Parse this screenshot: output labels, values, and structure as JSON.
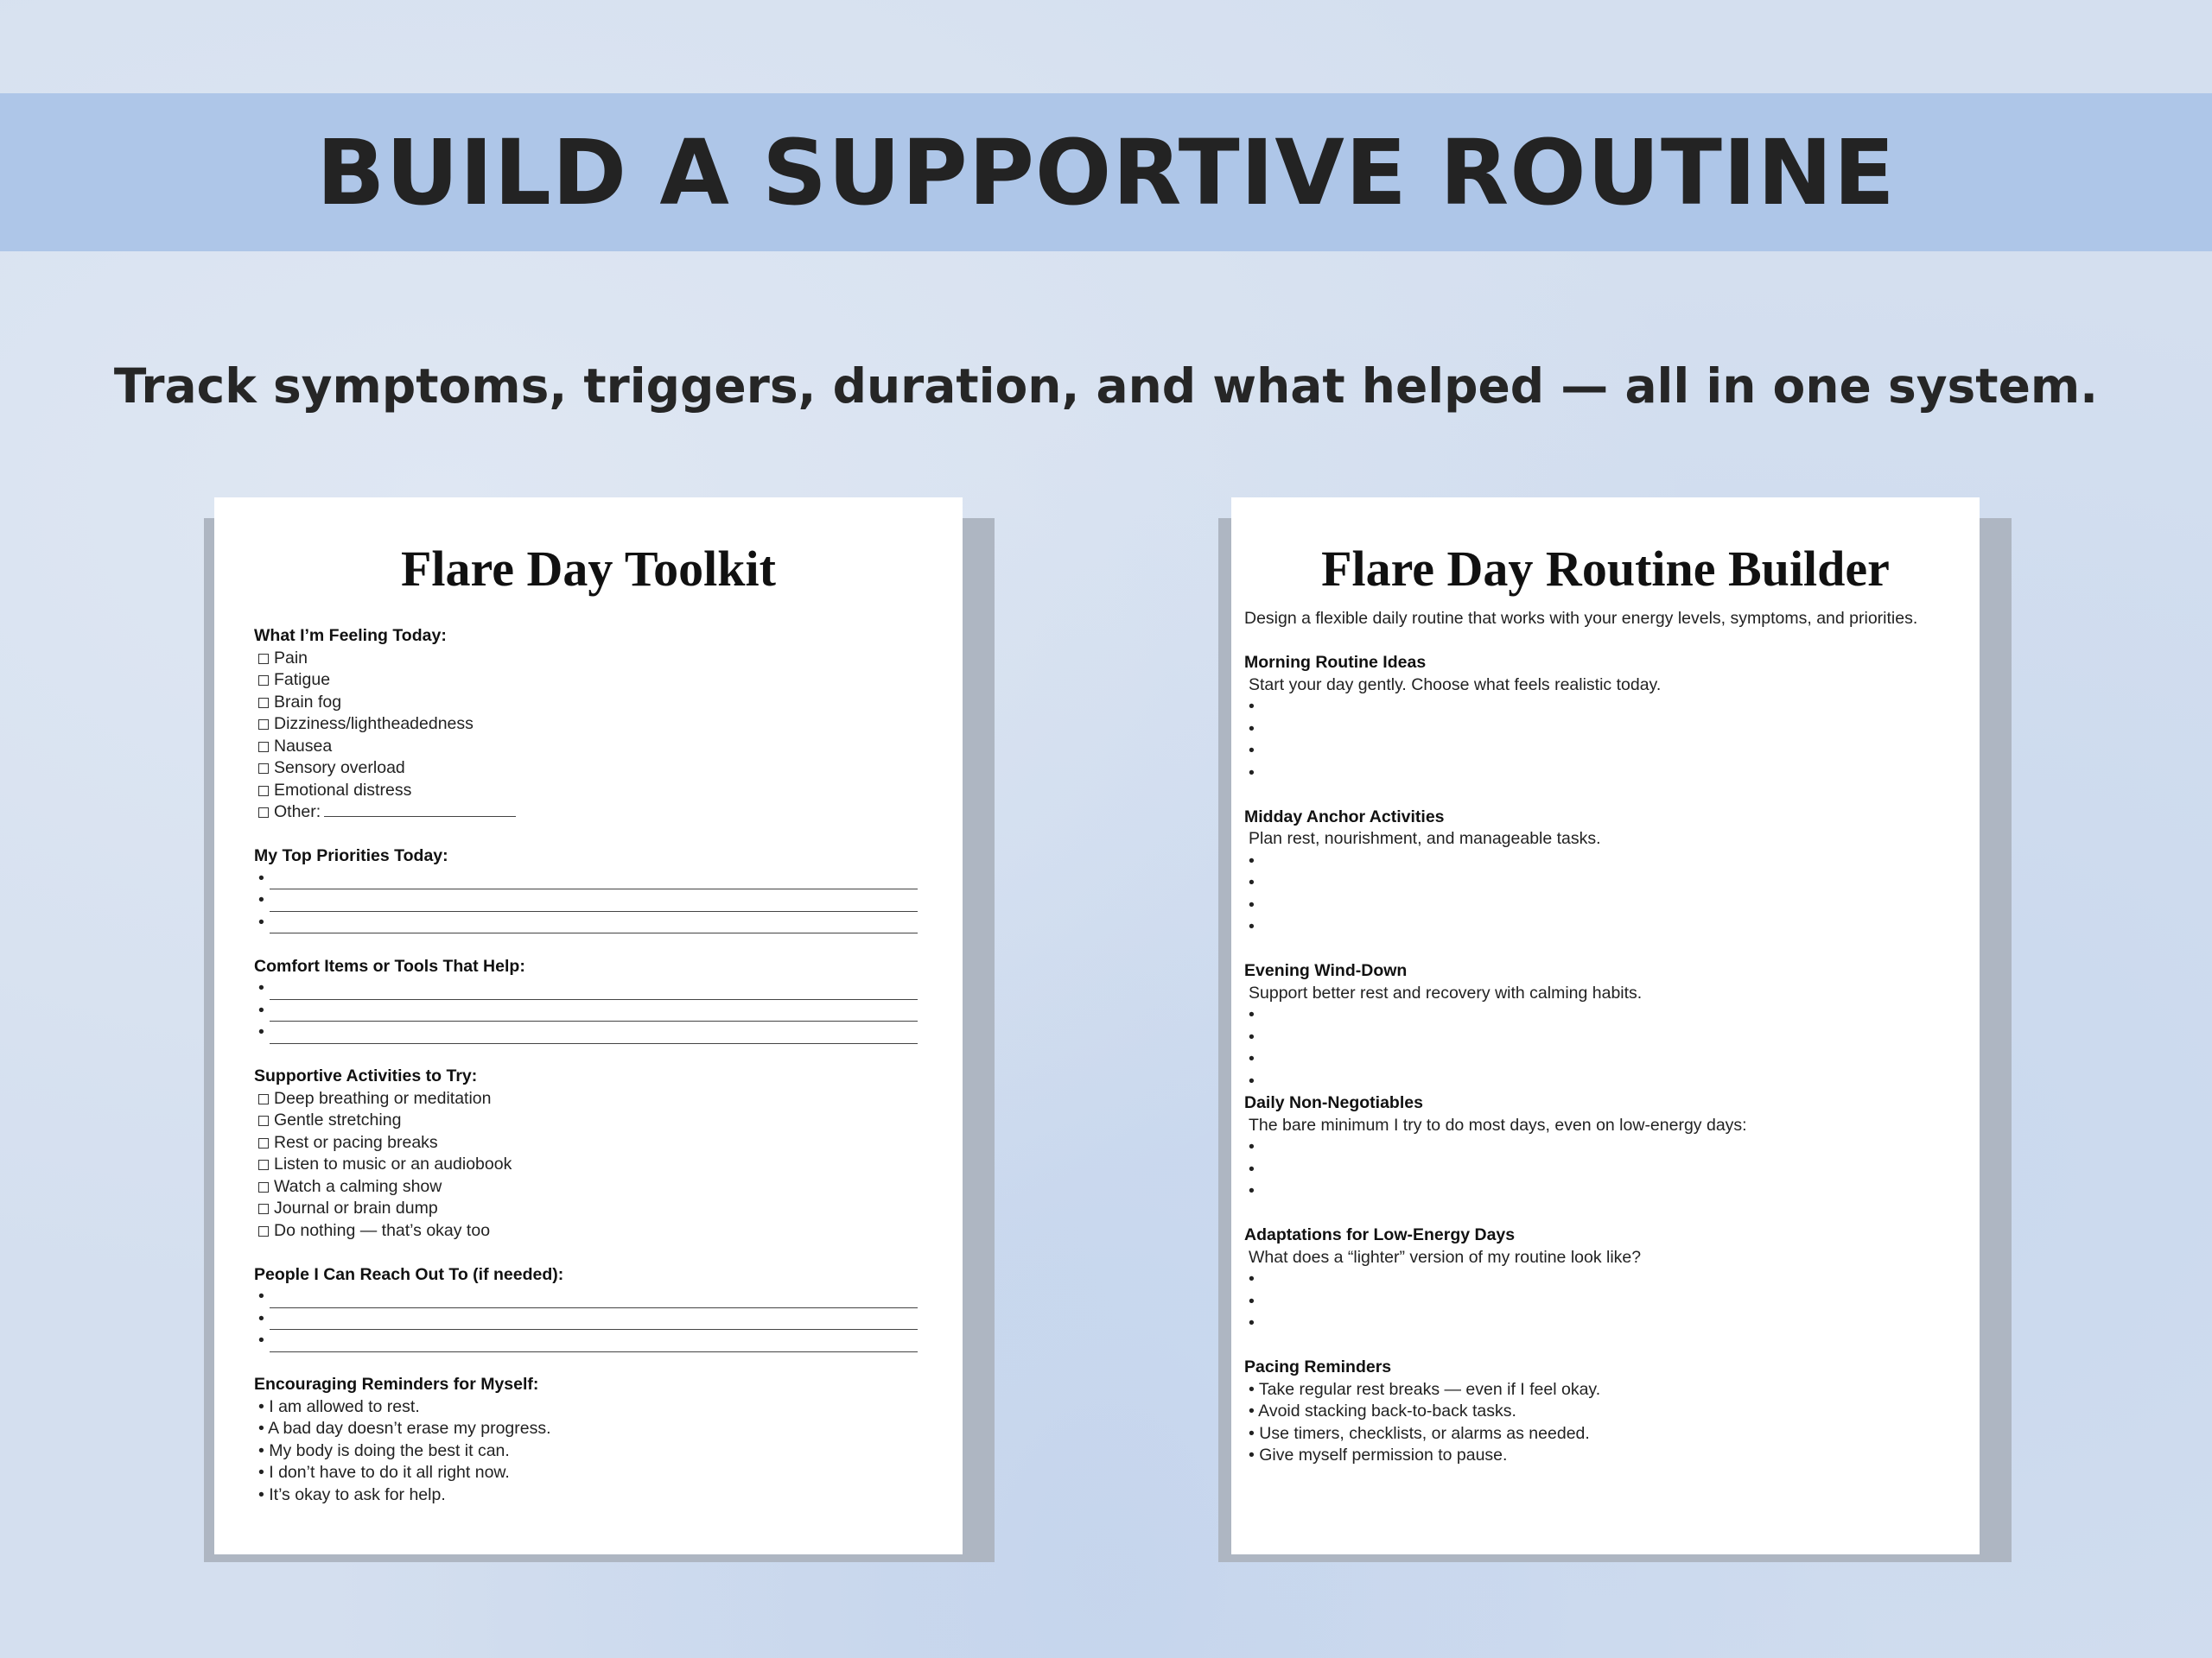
{
  "banner": {
    "title": "BUILD A SUPPORTIVE ROUTINE"
  },
  "subtitle": "Track symptoms, triggers, duration, and what helped — all in one system.",
  "toolkit": {
    "title": "Flare Day Toolkit",
    "feeling": {
      "heading": "What I’m Feeling Today:",
      "items": [
        "Pain",
        "Fatigue",
        "Brain fog",
        "Dizziness/lightheadedness",
        "Nausea",
        "Sensory overload",
        "Emotional distress",
        "Other:"
      ]
    },
    "priorities": {
      "heading": "My Top Priorities Today:",
      "bullet": "•"
    },
    "comfort": {
      "heading": "Comfort Items or Tools That Help:",
      "bullet": "•"
    },
    "activities": {
      "heading": "Supportive Activities to Try:",
      "items": [
        "Deep breathing or meditation",
        "Gentle stretching",
        "Rest or pacing breaks",
        "Listen to music or an audiobook",
        "Watch a calming show",
        "Journal or brain dump",
        "Do nothing — that’s okay too"
      ]
    },
    "people": {
      "heading": "People I Can Reach Out To (if needed):",
      "bullet": "•"
    },
    "reminders": {
      "heading": "Encouraging Reminders for Myself:",
      "items": [
        "• I am allowed to rest.",
        "• A bad day doesn’t erase my progress.",
        "• My body is doing the best it can.",
        "• I don’t have to do it all right now.",
        "• It’s okay to ask for help."
      ]
    }
  },
  "builder": {
    "title": "Flare Day Routine Builder",
    "description": "Design a flexible daily routine that works with your energy levels, symptoms, and priorities.",
    "bullet": "•",
    "morning": {
      "heading": "Morning Routine Ideas",
      "sub": "Start your day gently. Choose what feels realistic today."
    },
    "midday": {
      "heading": "Midday Anchor Activities",
      "sub": "Plan rest, nourishment, and manageable tasks."
    },
    "evening": {
      "heading": "Evening Wind-Down",
      "sub": "Support better rest and recovery with calming habits."
    },
    "nonneg": {
      "heading": "Daily Non-Negotiables",
      "sub": "The bare minimum I try to do most days, even on low-energy days:"
    },
    "adapt": {
      "heading": "Adaptations for Low-Energy Days",
      "sub": "What does a “lighter” version of my routine look like?"
    },
    "pacing": {
      "heading": "Pacing Reminders",
      "items": [
        "• Take regular rest breaks — even if I feel okay.",
        "• Avoid stacking back-to-back tasks.",
        "• Use timers, checklists, or alarms as needed.",
        "• Give myself permission to pause."
      ]
    }
  }
}
